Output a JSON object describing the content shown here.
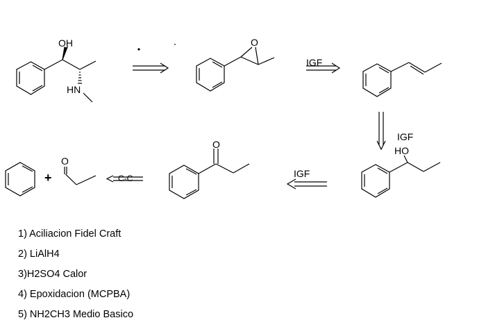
{
  "molecules": {
    "ephedrine": {
      "oh": "OH",
      "nh": "HN"
    },
    "epoxide": {
      "o": "O"
    },
    "ketone": {
      "o": "O"
    },
    "propanal": {
      "o": "O"
    },
    "alcohol": {
      "ho": "HO"
    }
  },
  "arrow_labels": {
    "epoxide_to_alkene": "IGF",
    "alkene_to_alcohol": "IGF",
    "alcohol_to_ketone": "IGF",
    "ketone_to_precursors": "C-C"
  },
  "plus_sign": "+",
  "steps": [
    "1) Aciliacion Fidel Craft",
    "2) LiAlH4",
    "3)H2SO4 Calor",
    "4) Epoxidacion (MCPBA)",
    "5) NH2CH3 Medio Basico"
  ]
}
